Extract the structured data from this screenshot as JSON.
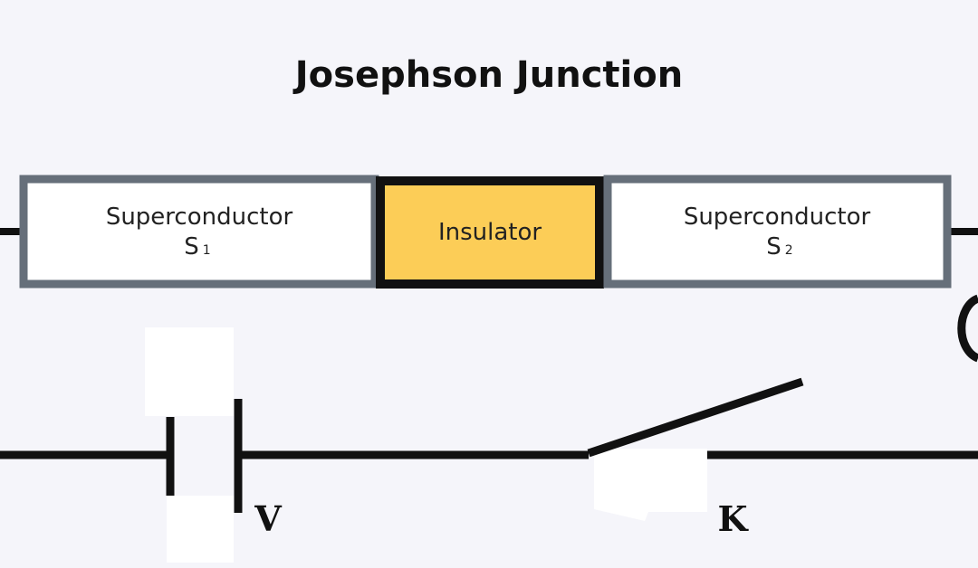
{
  "title": "Josephson Junction",
  "blocks": {
    "superconductor_left": {
      "label": "Superconductor",
      "symbol": "S",
      "subscript": "1"
    },
    "insulator": {
      "label": "Insulator"
    },
    "superconductor_right": {
      "label": "Superconductor",
      "symbol": "S",
      "subscript": "2"
    }
  },
  "battery": {
    "label": "V"
  },
  "switch": {
    "label": "K"
  },
  "colors": {
    "background": "#f5f5fa",
    "superconductor_fill": "#ffffff",
    "superconductor_border": "#666f7a",
    "insulator_fill": "#fccd57",
    "insulator_border": "#111111",
    "wire": "#111111"
  }
}
